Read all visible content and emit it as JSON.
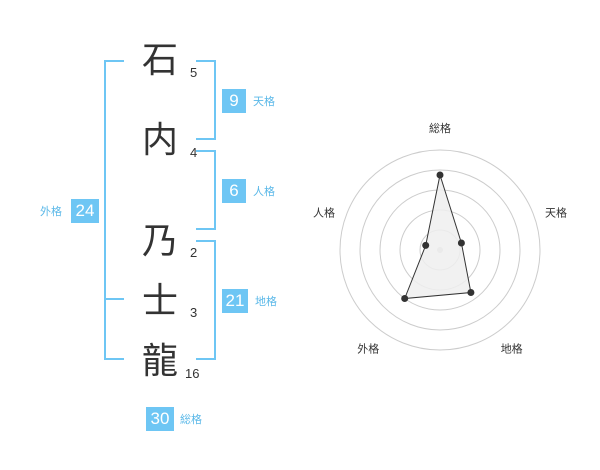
{
  "characters": [
    {
      "char": "石",
      "strokes": "5"
    },
    {
      "char": "内",
      "strokes": "4"
    },
    {
      "char": "乃",
      "strokes": "2"
    },
    {
      "char": "士",
      "strokes": "3"
    },
    {
      "char": "龍",
      "strokes": "16"
    }
  ],
  "fortunes": {
    "tenkaku": {
      "value": "9",
      "label": "天格"
    },
    "jinkaku": {
      "value": "6",
      "label": "人格"
    },
    "chikaku": {
      "value": "21",
      "label": "地格"
    },
    "gaikaku": {
      "value": "24",
      "label": "外格"
    },
    "soukaku": {
      "value": "30",
      "label": "総格"
    }
  },
  "chart_data": {
    "type": "radar",
    "axes": [
      "総格",
      "天格",
      "地格",
      "外格",
      "人格"
    ],
    "values": [
      30,
      9,
      21,
      24,
      6
    ],
    "rings": 5,
    "fill_color": "#eeeeee",
    "line_color": "#333333",
    "grid_color": "#cccccc"
  },
  "colors": {
    "accent": "#6ec6f4",
    "accent_text": "#5ab8e8",
    "char_text": "#333333"
  }
}
